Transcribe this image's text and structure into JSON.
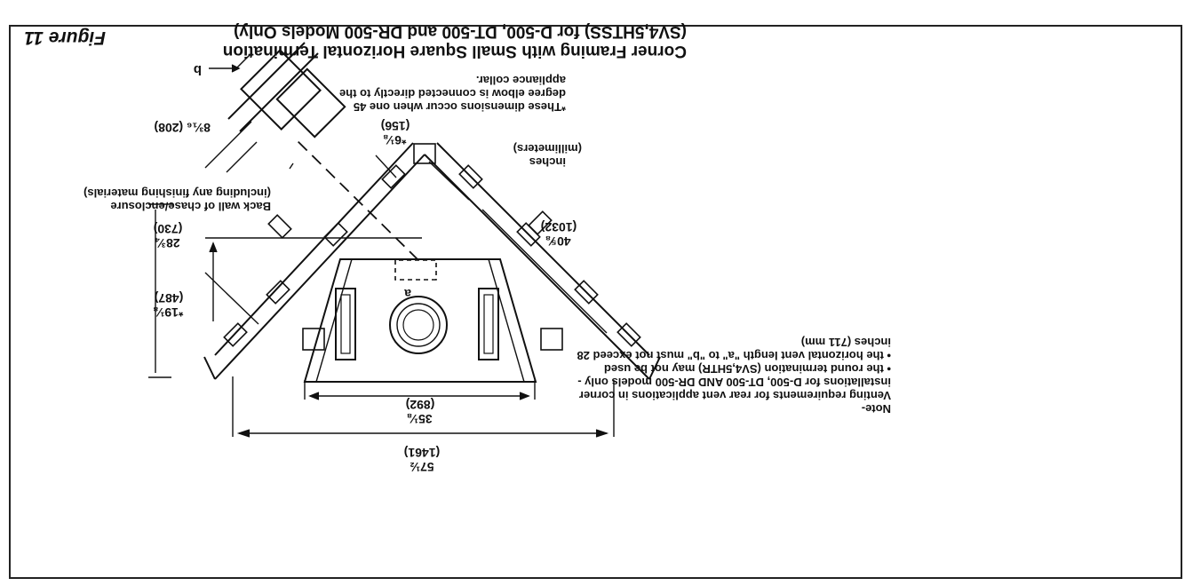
{
  "figure": {
    "label": "Figure 11",
    "title_line1": "Corner Framing with Small Square Horizontal Termination",
    "title_line2": "(SV4,5HTSS) for D-500, DT-500 and DR-500 Models Only)"
  },
  "labels": {
    "back_wall": "Back wall of chase/enclosure",
    "back_wall_sub": "(including any finishing materials)",
    "point_a": "a",
    "point_b": "b",
    "units_inches": "inches",
    "units_mm": "(millimeters)"
  },
  "dimensions": {
    "top_overall": "57½",
    "top_overall_mm": "(1461)",
    "top_inner": "35⅛",
    "top_inner_mm": "(892)",
    "side_total": "28¾",
    "side_total_mm": "(730)",
    "side_partial": "*19⅛",
    "side_partial_mm": "(487)",
    "diagonal": "40⅝",
    "diagonal_mm": "(1032)",
    "gap": "*6⅛",
    "gap_mm": "(156)",
    "term_depth": "8³⁄₁₆ (208)"
  },
  "notes": {
    "note_head": "Note-",
    "note_lines": [
      "Venting requirements for rear vent applications in corner",
      "installations for D-500, DT-500 AND DR-500 models only -",
      "• the round termination (SV4,5HTR) may not be used",
      "• the horizontal vent length \"a\" to \"b\" must not exceed 28",
      "inches (711 mm)"
    ],
    "footnote_lines": [
      "*These dimensions occur when one 45",
      "degree elbow is connected directly to the",
      "appliance collar."
    ]
  }
}
